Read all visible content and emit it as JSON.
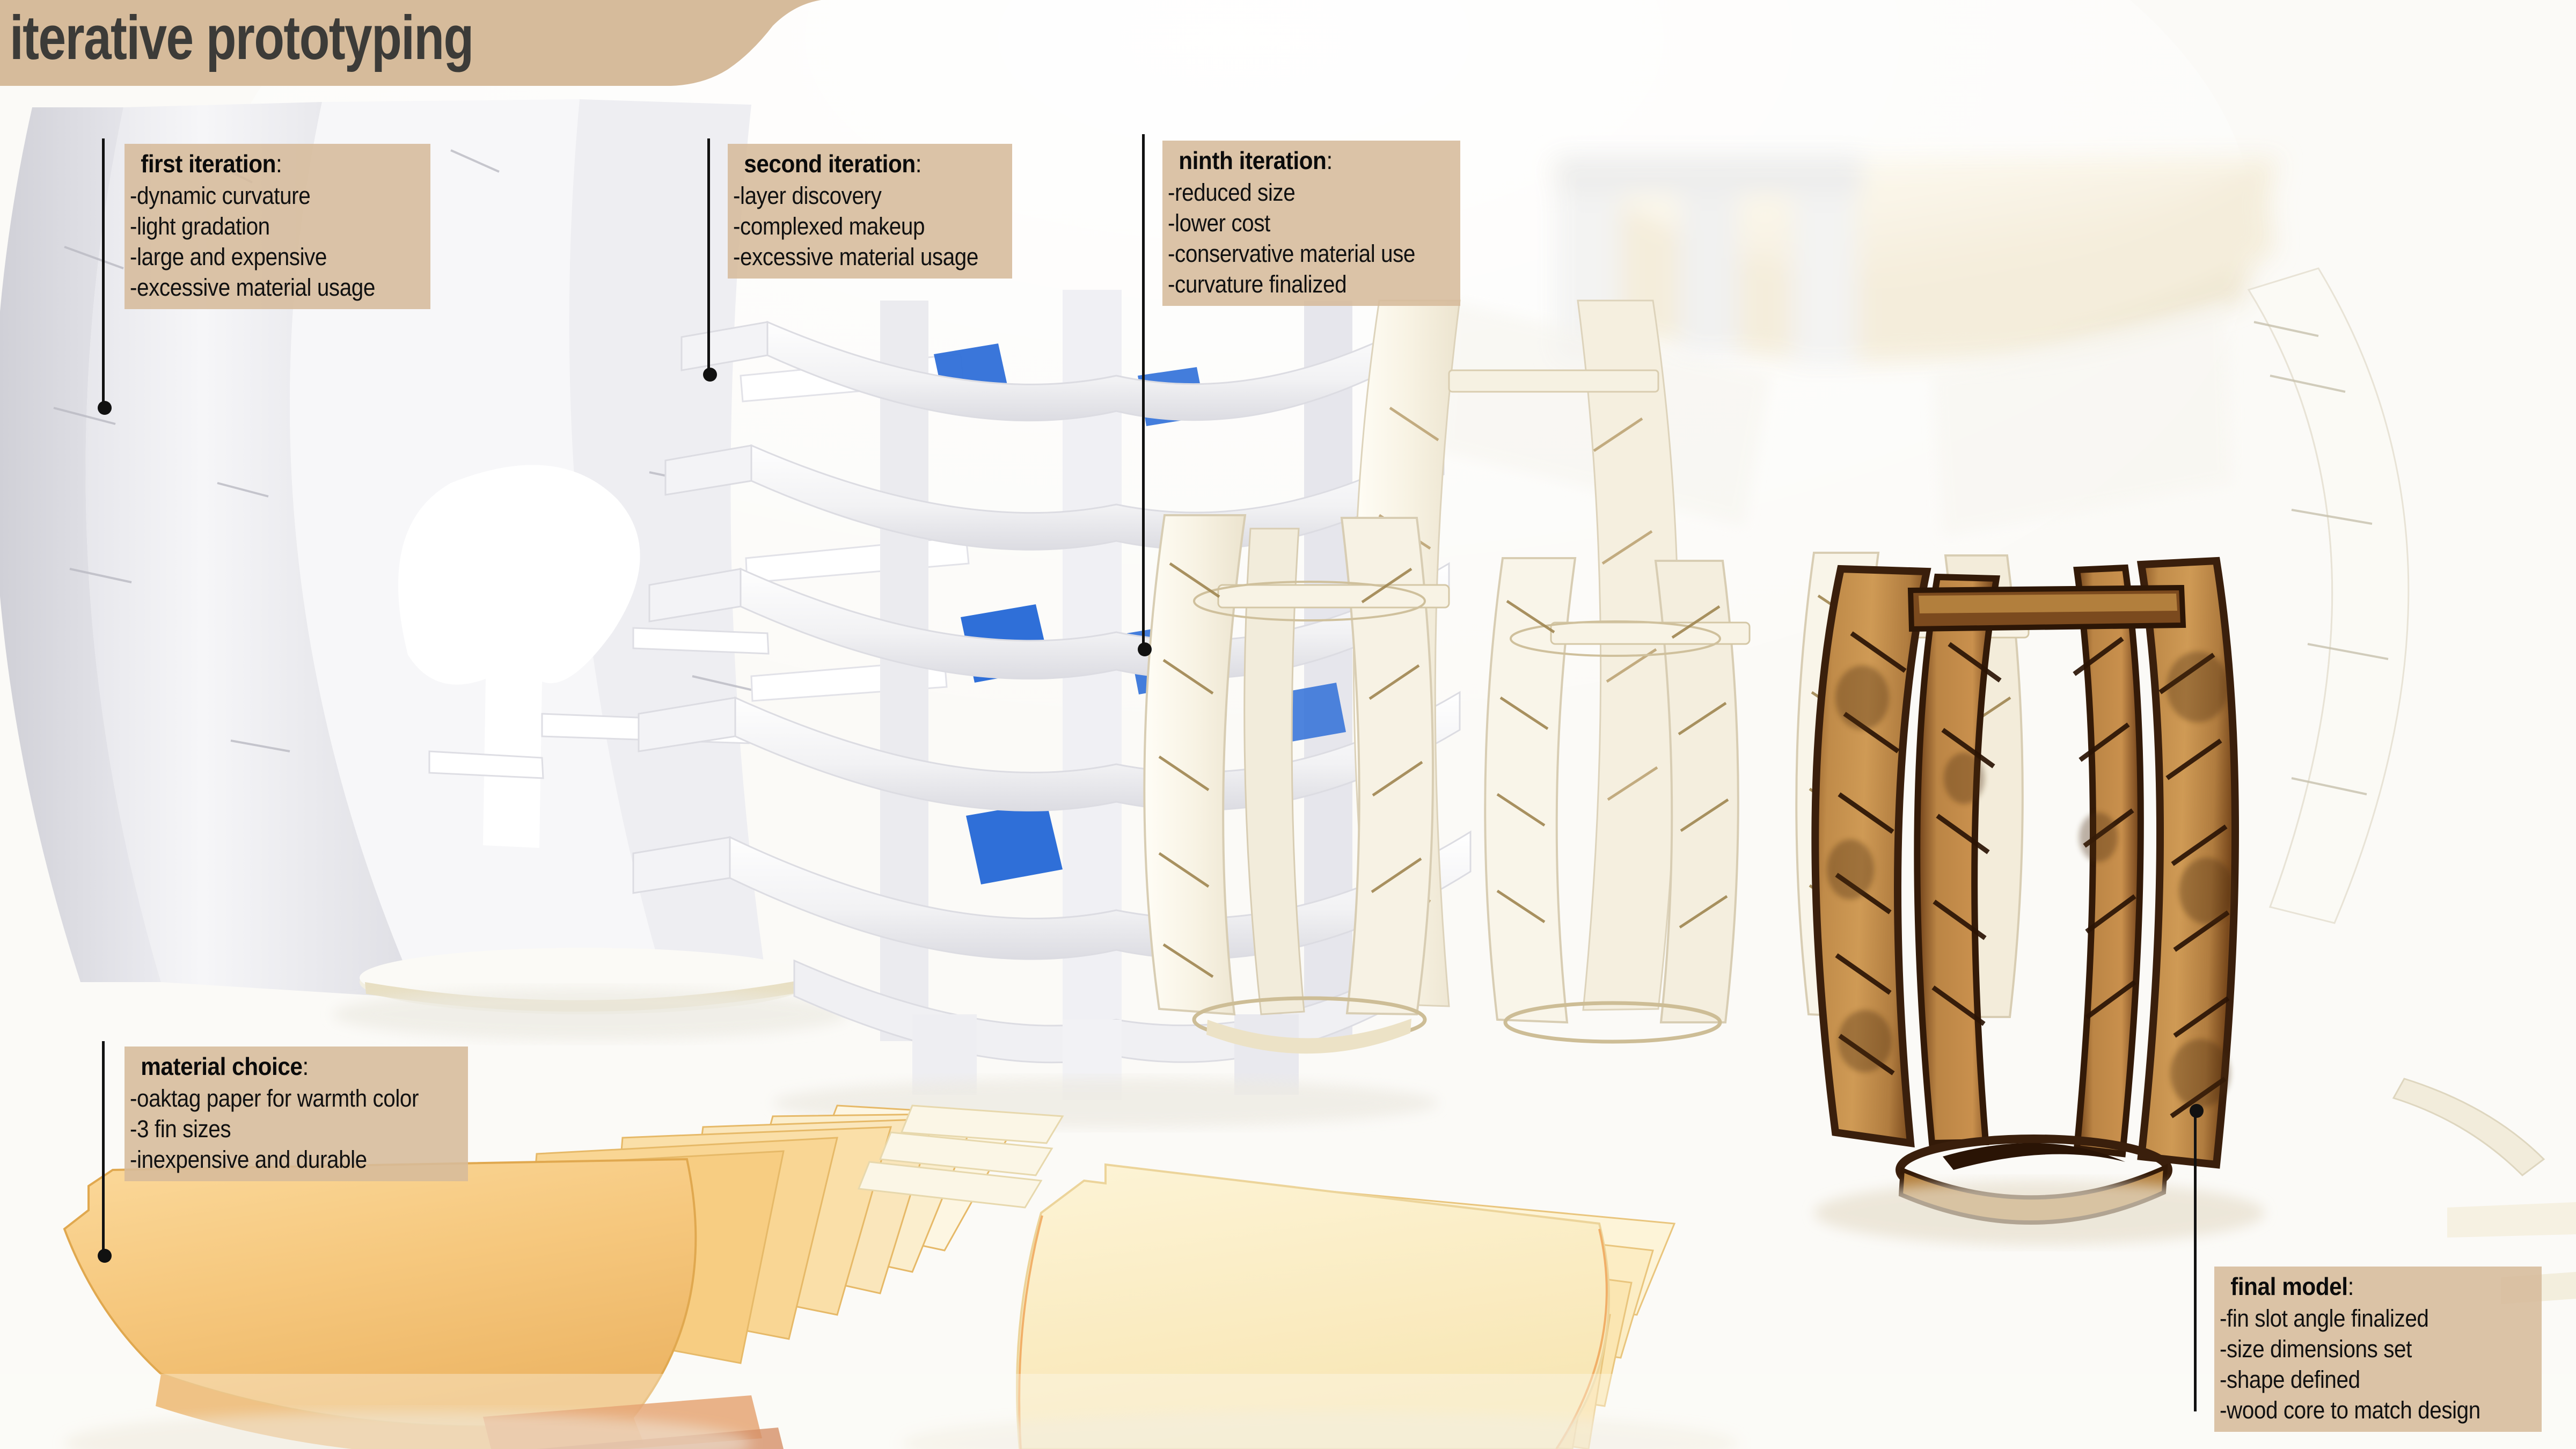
{
  "title": {
    "text": "iterative prototyping",
    "banner_color": "#d6bb9b",
    "text_color": "#3c3b38"
  },
  "palette": {
    "callout_box": "#d6bb9b",
    "callout_text": "#111111",
    "leader_line": "#111111",
    "backdrop": "#fbfaf7",
    "foam_white": "#f4f4f6",
    "blue_tape": "#2f6fd8",
    "oaktag_orange": "#f6c87e",
    "oaktag_cream": "#fcefc8",
    "wood_light": "#c08b49",
    "wood_burn": "#3a1f0c",
    "laser_cream": "#f7f2e4"
  },
  "callouts": [
    {
      "id": "first-iteration",
      "heading": "first iteration",
      "colon": ":",
      "items": [
        "-dynamic curvature",
        "-light gradation",
        "-large and expensive",
        "-excessive material usage"
      ]
    },
    {
      "id": "second-iteration",
      "heading": "second iteration",
      "colon": ":",
      "items": [
        "-layer discovery",
        "-complexed makeup",
        "-excessive material usage"
      ]
    },
    {
      "id": "ninth-iteration",
      "heading": "ninth iteration",
      "colon": ":",
      "items": [
        "-reduced size",
        "-lower cost",
        "-conservative material use",
        "-curvature finalized"
      ]
    },
    {
      "id": "material-choice",
      "heading": "material choice",
      "colon": ":",
      "items": [
        "-oaktag paper for warmth color",
        "-3 fin sizes",
        "-inexpensive and durable"
      ]
    },
    {
      "id": "final-model",
      "heading": "final model",
      "colon": ":",
      "items": [
        "-fin slot angle finalized",
        "-size dimensions set",
        "-shape defined",
        "-wood core to match design"
      ]
    }
  ],
  "scene": {
    "objects": [
      "white-foam-shell-prototype",
      "stacked-layer-prototype",
      "laser-cut-lantern-cluster",
      "wooden-final-model",
      "oaktag-paper-fan-left",
      "oaktag-paper-fan-center",
      "background-curved-sail"
    ]
  }
}
